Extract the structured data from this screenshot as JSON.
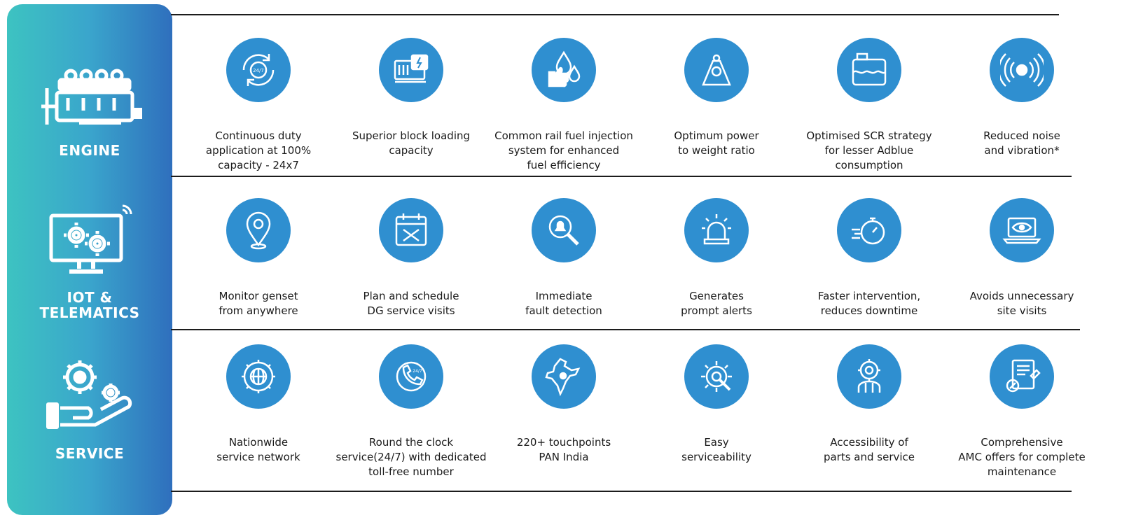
{
  "categories": [
    {
      "label": "ENGINE",
      "icon": "engine-icon"
    },
    {
      "label": "IOT &\nTELEMATICS",
      "icon": "monitor-gears-icon"
    },
    {
      "label": "SERVICE",
      "icon": "hand-gears-icon"
    }
  ],
  "rows": [
    {
      "items": [
        {
          "text": "Continuous duty\napplication at 100%\ncapacity - 24x7",
          "icon": "cycle-247-icon"
        },
        {
          "text": "Superior block loading\ncapacity",
          "icon": "generator-icon"
        },
        {
          "text": "Common rail fuel injection\nsystem for enhanced\nfuel efficiency",
          "icon": "fuel-drops-icon"
        },
        {
          "text": "Optimum power\nto weight ratio",
          "icon": "weight-icon"
        },
        {
          "text": "Optimised SCR strategy\nfor lesser Adblue\nconsumption",
          "icon": "tank-icon"
        },
        {
          "text": "Reduced noise\nand vibration*",
          "icon": "vibration-icon"
        }
      ]
    },
    {
      "items": [
        {
          "text": "Monitor genset\nfrom anywhere",
          "icon": "location-pin-icon"
        },
        {
          "text": "Plan and schedule\nDG service visits",
          "icon": "calendar-tools-icon"
        },
        {
          "text": "Immediate\nfault detection",
          "icon": "magnifier-alert-icon"
        },
        {
          "text": "Generates\nprompt alerts",
          "icon": "siren-icon"
        },
        {
          "text": "Faster intervention,\nreduces downtime",
          "icon": "stopwatch-icon"
        },
        {
          "text": "Avoids unnecessary\nsite visits",
          "icon": "laptop-eye-icon"
        }
      ]
    },
    {
      "items": [
        {
          "text": "Nationwide\nservice network",
          "icon": "globe-gear-icon"
        },
        {
          "text": "Round the clock\nservice(24/7) with dedicated\ntoll-free number",
          "icon": "phone-247-icon"
        },
        {
          "text": "220+ touchpoints\nPAN India",
          "icon": "india-map-icon"
        },
        {
          "text": "Easy\nserviceability",
          "icon": "gear-wrench-icon"
        },
        {
          "text": "Accessibility of\nparts and service",
          "icon": "person-gear-icon"
        },
        {
          "text": "Comprehensive\nAMC offers for complete\nmaintenance",
          "icon": "document-pen-icon"
        }
      ]
    }
  ],
  "colors": {
    "circle": "#2f8fd0",
    "panel_start": "#3dc3c1",
    "panel_end": "#2f6fbd"
  }
}
